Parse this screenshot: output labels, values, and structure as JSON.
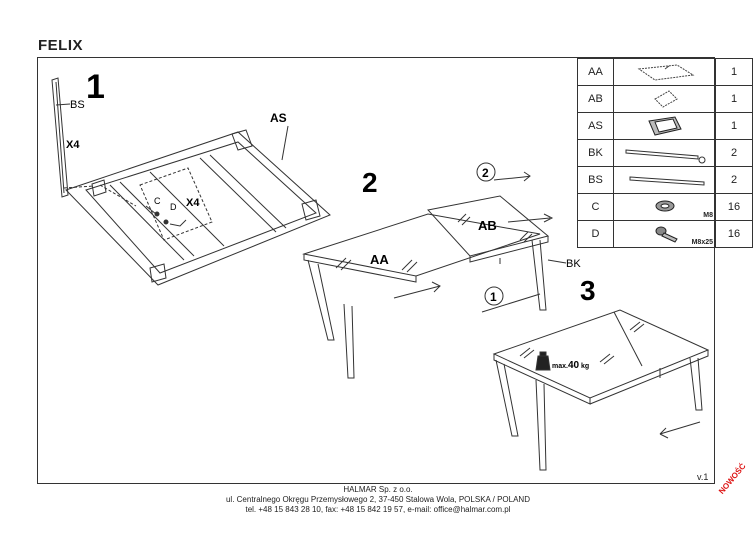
{
  "document": {
    "title": "FELIX",
    "version": "v.1",
    "stamp": "NOWOŚĆ"
  },
  "steps": {
    "step1": {
      "number": "1",
      "labels": {
        "bs": "BS",
        "x4_left": "X4",
        "as": "AS",
        "c": "C",
        "d": "D",
        "x4_center": "X4"
      }
    },
    "step2": {
      "number": "2",
      "labels": {
        "aa": "AA",
        "ab": "AB",
        "bk": "BK"
      },
      "circle_one": "1",
      "circle_two": "2"
    },
    "step3": {
      "number": "3",
      "weight_warning": {
        "prefix": "max.",
        "value": "40",
        "unit": "kg"
      }
    }
  },
  "parts": [
    {
      "code": "AA",
      "qty": "1",
      "icon": "glass-panel-icon",
      "spec": ""
    },
    {
      "code": "AB",
      "qty": "1",
      "icon": "small-glass-panel-icon",
      "spec": ""
    },
    {
      "code": "AS",
      "qty": "1",
      "icon": "frame-icon",
      "spec": ""
    },
    {
      "code": "BK",
      "qty": "2",
      "icon": "long-rail-icon",
      "spec": ""
    },
    {
      "code": "BS",
      "qty": "2",
      "icon": "short-rail-icon",
      "spec": ""
    },
    {
      "code": "C",
      "qty": "16",
      "icon": "nut-icon",
      "spec": "M8"
    },
    {
      "code": "D",
      "qty": "16",
      "icon": "bolt-icon",
      "spec": "M8x25"
    }
  ],
  "footer": {
    "company": "HALMAR Sp. z o.o.",
    "address": "ul. Centralnego Okręgu Przemysłowego 2, 37-450 Stalowa Wola, POLSKA / POLAND",
    "contact": "tel. +48 15 843 28 10, fax: +48 15 842 19 57, e-mail: office@halmar.com.pl"
  }
}
